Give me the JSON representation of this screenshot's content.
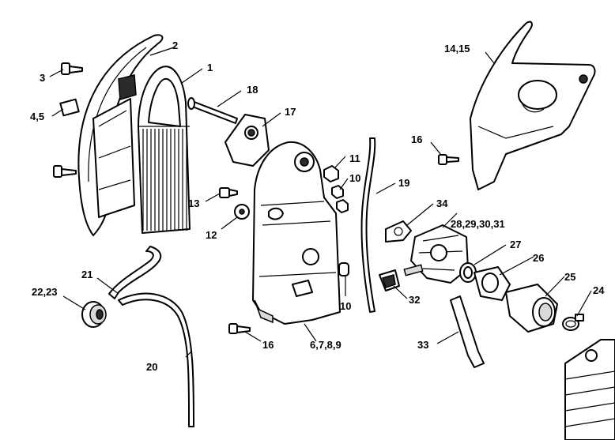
{
  "callouts": [
    {
      "id": "c1",
      "text": "1"
    },
    {
      "id": "c2",
      "text": "2"
    },
    {
      "id": "c3",
      "text": "3"
    },
    {
      "id": "c4",
      "text": "4,5"
    },
    {
      "id": "c10a",
      "text": "10"
    },
    {
      "id": "c10b",
      "text": "10"
    },
    {
      "id": "c11",
      "text": "11"
    },
    {
      "id": "c12",
      "text": "12"
    },
    {
      "id": "c13",
      "text": "13"
    },
    {
      "id": "c14",
      "text": "14,15"
    },
    {
      "id": "c16a",
      "text": "16"
    },
    {
      "id": "c16b",
      "text": "16"
    },
    {
      "id": "c17",
      "text": "17"
    },
    {
      "id": "c18",
      "text": "18"
    },
    {
      "id": "c19",
      "text": "19"
    },
    {
      "id": "c20",
      "text": "20"
    },
    {
      "id": "c21",
      "text": "21"
    },
    {
      "id": "c22",
      "text": "22,23"
    },
    {
      "id": "c24",
      "text": "24"
    },
    {
      "id": "c25",
      "text": "25"
    },
    {
      "id": "c26",
      "text": "26"
    },
    {
      "id": "c27",
      "text": "27"
    },
    {
      "id": "c28",
      "text": "28,29,30,31"
    },
    {
      "id": "c32",
      "text": "32"
    },
    {
      "id": "c33",
      "text": "33"
    },
    {
      "id": "c34",
      "text": "34"
    },
    {
      "id": "c6",
      "text": "6,7,8,9"
    }
  ]
}
